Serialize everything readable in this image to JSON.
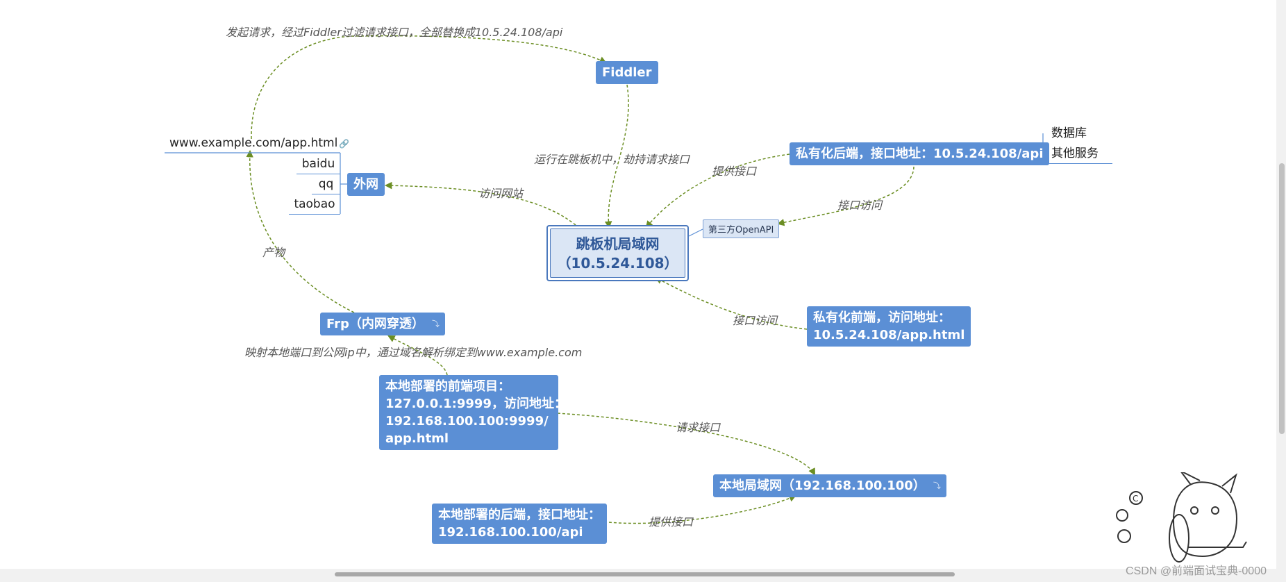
{
  "mindmap": {
    "center": {
      "line1": "跳板机局域网",
      "line2": "（10.5.24.108）"
    },
    "fiddler": "Fiddler",
    "external_net": "外网",
    "site_url": "www.example.com/app.html",
    "site_leaves": [
      "baidu",
      "qq",
      "taobao"
    ],
    "private_backend": "私有化后端，接口地址：10.5.24.108/api",
    "backend_children": [
      "数据库",
      "其他服务"
    ],
    "third_party": "第三方OpenAPI",
    "private_frontend": [
      "私有化前端，访问地址：",
      "10.5.24.108/app.html"
    ],
    "frp": "Frp（内网穿透）",
    "local_frontend": [
      "本地部署的前端项目：",
      "127.0.0.1:9999，访问地址：",
      "192.168.100.100:9999/",
      "app.html"
    ],
    "local_lan": "本地局域网（192.168.100.100）",
    "local_backend": [
      "本地部署的后端，接口地址：",
      "192.168.100.100/api"
    ],
    "collapse_mark": "⤵"
  },
  "edge_labels": {
    "request_via_fiddler": "发起请求，经过Fiddler过滤请求接口，全部替换成10.5.24.108/api",
    "run_on_jump": "运行在跳板机中，劫持请求接口",
    "visit_site": "访问网站",
    "provide_api_private": "提供接口",
    "api_access_private": "接口访问",
    "product": "产物",
    "api_access_frontend": "接口访问",
    "map_port": "映射本地端口到公网ip中，通过域名解析绑定到www.example.com",
    "request_api": "请求接口",
    "provide_api_local": "提供接口"
  },
  "icons": {
    "link": "link-icon",
    "mascot": "dog-mascot-icon"
  },
  "watermark": "CSDN @前端面试宝典-0000",
  "colors": {
    "node": "#5b8fd5",
    "center_fill": "#dbe6f5",
    "center_text": "#2f5898",
    "edge": "#6b8e23",
    "leaf_line": "#5b8fd5"
  }
}
